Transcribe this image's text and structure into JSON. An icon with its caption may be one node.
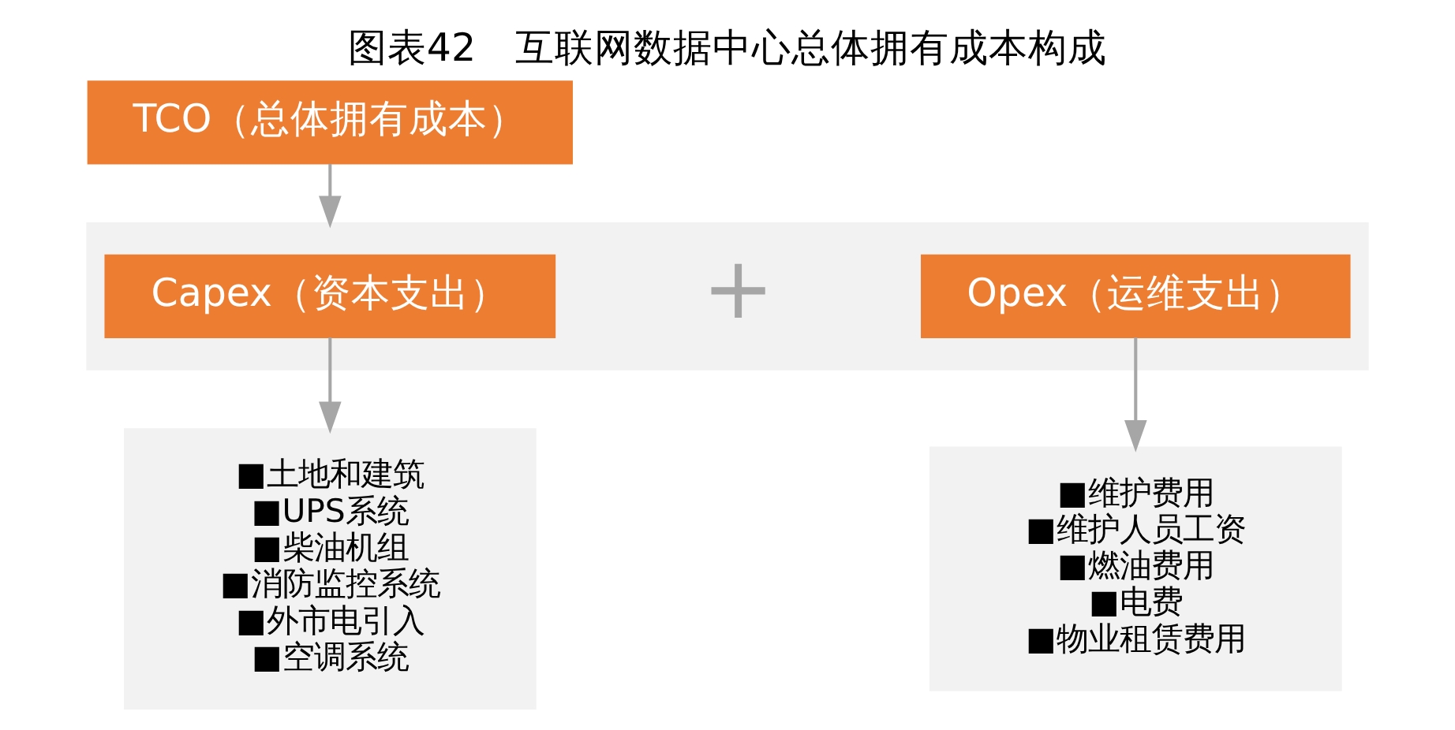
{
  "diagram": {
    "title": "图表42　互联网数据中心总体拥有成本构成",
    "nodes": [
      {
        "text": [
          "TCO（总体拥有成本）"
        ]
      },
      {
        "text": [],
        "shape": "bar"
      },
      {
        "text": [
          "Capex（资本支出）"
        ],
        "in": 1
      },
      {
        "text": [
          "Opex（运维支出）"
        ],
        "in": 1
      },
      {
        "text": [
          "■土地和建筑",
          "■UPS系统",
          "■柴油机组",
          "■消防监控系统",
          "■外市电引入",
          "■空调系统"
        ]
      },
      {
        "text": [
          "■维护费用",
          "■维护人员工资",
          "■燃油费用",
          "■电费",
          "■物业租赁费用"
        ]
      }
    ],
    "edges": [
      {
        "from": 0,
        "to": 1,
        "arrow": "to"
      },
      {
        "from": 2,
        "to": 4,
        "arrow": "to"
      },
      {
        "from": 3,
        "to": 5,
        "arrow": "to"
      }
    ],
    "labels": [
      "+"
    ]
  }
}
